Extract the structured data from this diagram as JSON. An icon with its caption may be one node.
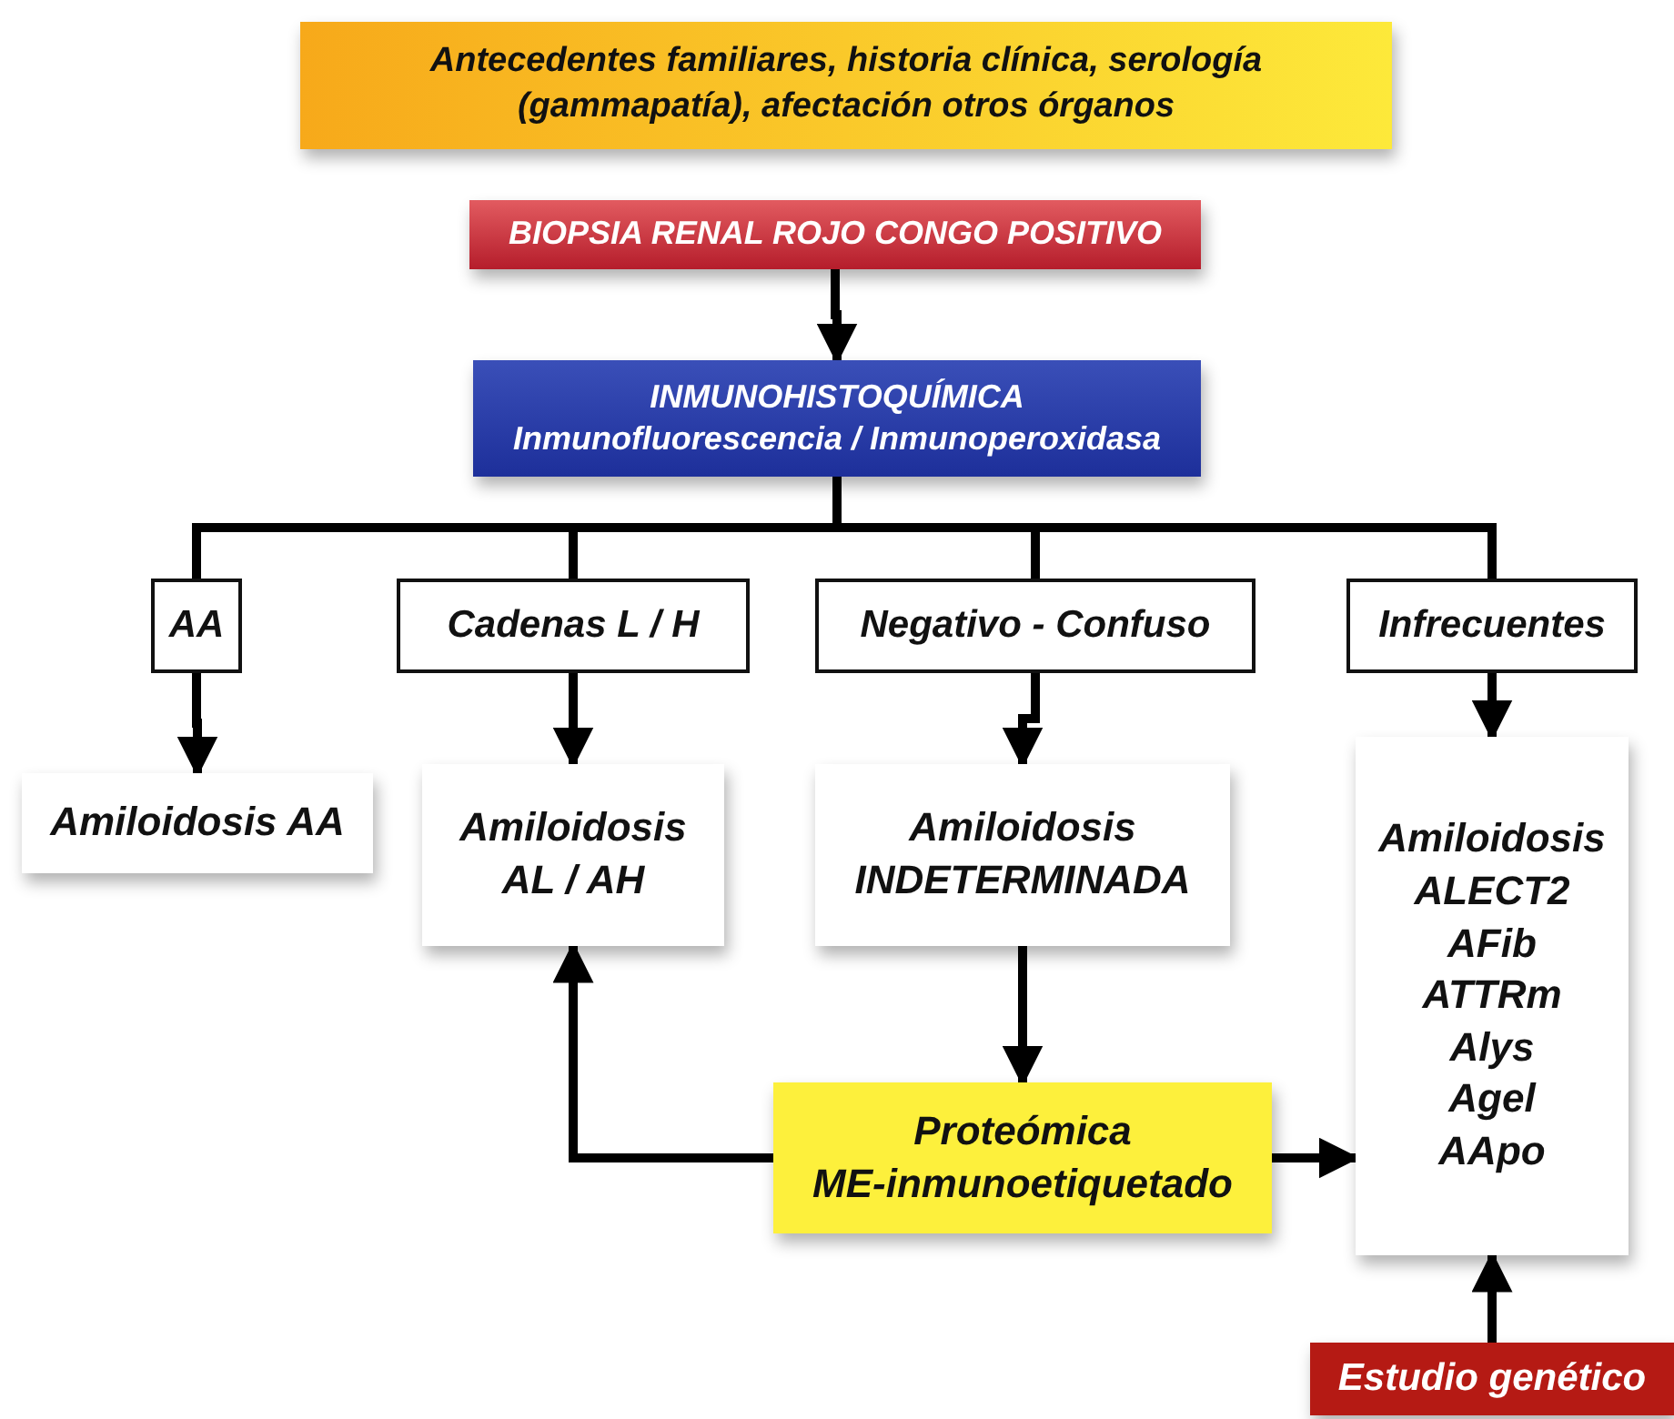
{
  "diagram": {
    "nodes": [
      {
        "text": [
          "Antecedentes familiares, historia clínica, serología (gammapatía), afectación otros órganos"
        ]
      },
      {
        "text": [
          "BIOPSIA RENAL ROJO CONGO POSITIVO"
        ]
      },
      {
        "text": [
          "INMUNOHISTOQUÍMICA",
          "Inmunofluorescencia / Inmunoperoxidasa"
        ]
      },
      {
        "text": [
          "AA"
        ]
      },
      {
        "text": [
          "Cadenas  L / H"
        ]
      },
      {
        "text": [
          "Negativo - Confuso"
        ]
      },
      {
        "text": [
          "Infrecuentes"
        ]
      },
      {
        "text": [
          "Amiloidosis AA"
        ]
      },
      {
        "text": [
          "Amiloidosis AL / AH"
        ]
      },
      {
        "text": [
          "Amiloidosis INDETERMINADA"
        ]
      },
      {
        "text": [
          "Amiloidosis",
          "ALECT2",
          "AFib",
          "ATTRm",
          "Alys",
          "Agel",
          "AApo"
        ]
      },
      {
        "text": [
          "Proteómica",
          "ME-inmunoetiquetado"
        ]
      },
      {
        "text": [
          "Estudio genético"
        ]
      }
    ],
    "edges": [
      {
        "from": 1,
        "to": 2,
        "arrow": "to"
      },
      {
        "from": 2,
        "to": 3,
        "arrow": "none"
      },
      {
        "from": 2,
        "to": 4,
        "arrow": "none"
      },
      {
        "from": 2,
        "to": 5,
        "arrow": "none"
      },
      {
        "from": 2,
        "to": 6,
        "arrow": "none"
      },
      {
        "from": 3,
        "to": 7,
        "arrow": "to"
      },
      {
        "from": 4,
        "to": 8,
        "arrow": "to"
      },
      {
        "from": 5,
        "to": 9,
        "arrow": "to"
      },
      {
        "from": 6,
        "to": 10,
        "arrow": "to"
      },
      {
        "from": 9,
        "to": 11,
        "arrow": "to"
      },
      {
        "from": 11,
        "to": 8,
        "arrow": "to"
      },
      {
        "from": 11,
        "to": 10,
        "arrow": "to"
      },
      {
        "from": 12,
        "to": 10,
        "arrow": "to"
      }
    ]
  }
}
